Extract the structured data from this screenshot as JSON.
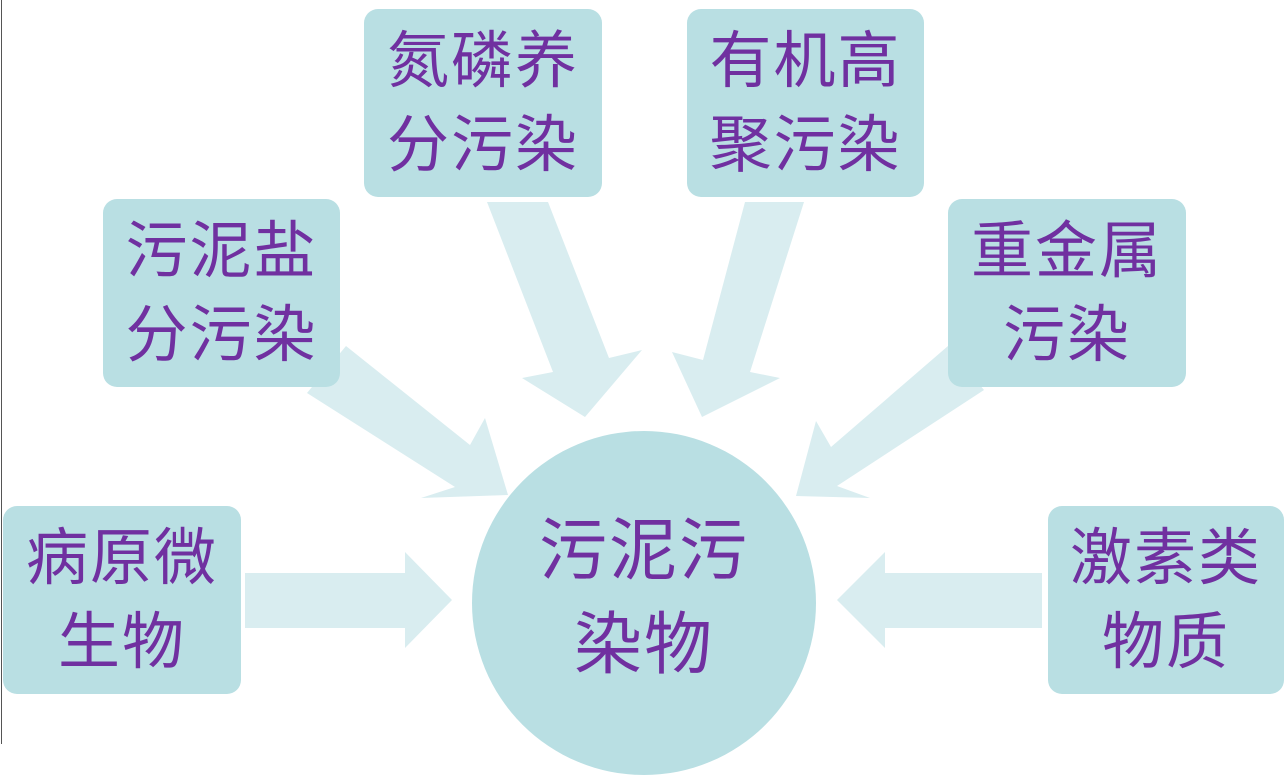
{
  "colors": {
    "box_fill": "#b9dfe3",
    "arrow_fill": "#d9edf0",
    "text": "#7030a0"
  },
  "center": {
    "label": "污泥污\n染物"
  },
  "sources": [
    {
      "id": "nitrogen-phosphorus",
      "label": "氮磷养\n分污染"
    },
    {
      "id": "organic-polymer",
      "label": "有机高\n聚污染"
    },
    {
      "id": "sludge-salt",
      "label": "污泥盐\n分污染"
    },
    {
      "id": "heavy-metal",
      "label": "重金属\n污染"
    },
    {
      "id": "pathogen",
      "label": "病原微\n生物"
    },
    {
      "id": "hormone",
      "label": "激素类\n物质"
    }
  ]
}
